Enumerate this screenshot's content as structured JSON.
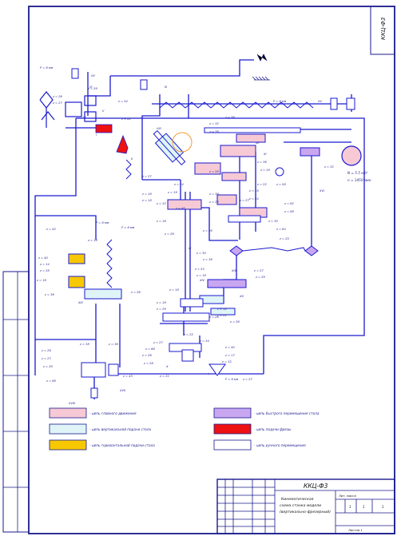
{
  "sheet": {
    "code": "ККЦ-Ф3",
    "stamp_code": "ККЦ-Ф3",
    "stamp_title_1": "Кинематическая",
    "stamp_title_2": "схема станка модели",
    "stamp_title_3": "(вертикально-фрезерный)",
    "stamp_footer_left": "Лит. масса",
    "stamp_footer_right": "Листов 1",
    "stamp_cells": [
      "1",
      "1",
      "1"
    ]
  },
  "legend": [
    {
      "color": "#f6c9d5",
      "text": "- цепь главного движения"
    },
    {
      "color": "#dff4f7",
      "text": "- цепь вертикальной подачи стола"
    },
    {
      "color": "#f7c800",
      "text": "- цепь горизонтальной подачи стола"
    },
    {
      "color": "#c9a6f0",
      "text": "- цепь быстрого перемещения стола"
    },
    {
      "color": "#ee1111",
      "text": "- цепь подачи фрезы"
    },
    {
      "color": "#ffffff",
      "text": "- цепь ручного перемещения"
    }
  ],
  "motor": {
    "line1": "N = 5.5 кВт",
    "line2": "n = 1450 мин"
  },
  "labels": [
    "P = 6 мм",
    "z = 26",
    "z = 27",
    "z = 28",
    "z = 34",
    "z = 22",
    "P = 6 мм",
    "z = 36",
    "z = 32",
    "z = 26",
    "z = 32",
    "z = 26",
    "z = 36",
    "z = 19",
    "z = 22",
    "z = 58",
    "z = 82",
    "z = 88",
    "z = 36",
    "z = 28",
    "z = 24",
    "z = 19",
    "z = 27",
    "P = 6 мм",
    "z = 32",
    "z = 18",
    "z = 18",
    "z = 28",
    "z = 40",
    "z = 16",
    "z = 26",
    "z = 30",
    "z = 64",
    "z = 16",
    "z = 34",
    "z = 27",
    "z = 25",
    "z = 42",
    "z = 40",
    "z = 14",
    "z = 28",
    "z = 16",
    "z = 36",
    "z = 26",
    "z = 53",
    "z = 18",
    "z = 18",
    "z = 18",
    "z = 29",
    "z = 18",
    "z = 22",
    "z = 26",
    "z = 27",
    "z = 66",
    "z = 26",
    "z = 28",
    "z = 40",
    "z = 17",
    "z = 32",
    "P = 6 мм",
    "z = 26",
    "z = 27",
    "z = 28",
    "z = 38",
    "z = 36",
    "z = 86",
    "z = 43",
    "z = 21",
    "z = 22",
    "z = 34",
    "z = 26",
    "z = 27",
    "z = 29",
    "z = 30",
    "z = 38",
    "P = 6 мм",
    "z = 18",
    "z = 27"
  ],
  "roman": [
    "VII",
    "VI",
    "V",
    "IV",
    "I",
    "II",
    "III",
    "VIII",
    "IX",
    "XII",
    "XI",
    "XV",
    "XVI",
    "XIX",
    "XX",
    "XIV",
    "XIII",
    "XVIII",
    "XVII",
    "X"
  ]
}
